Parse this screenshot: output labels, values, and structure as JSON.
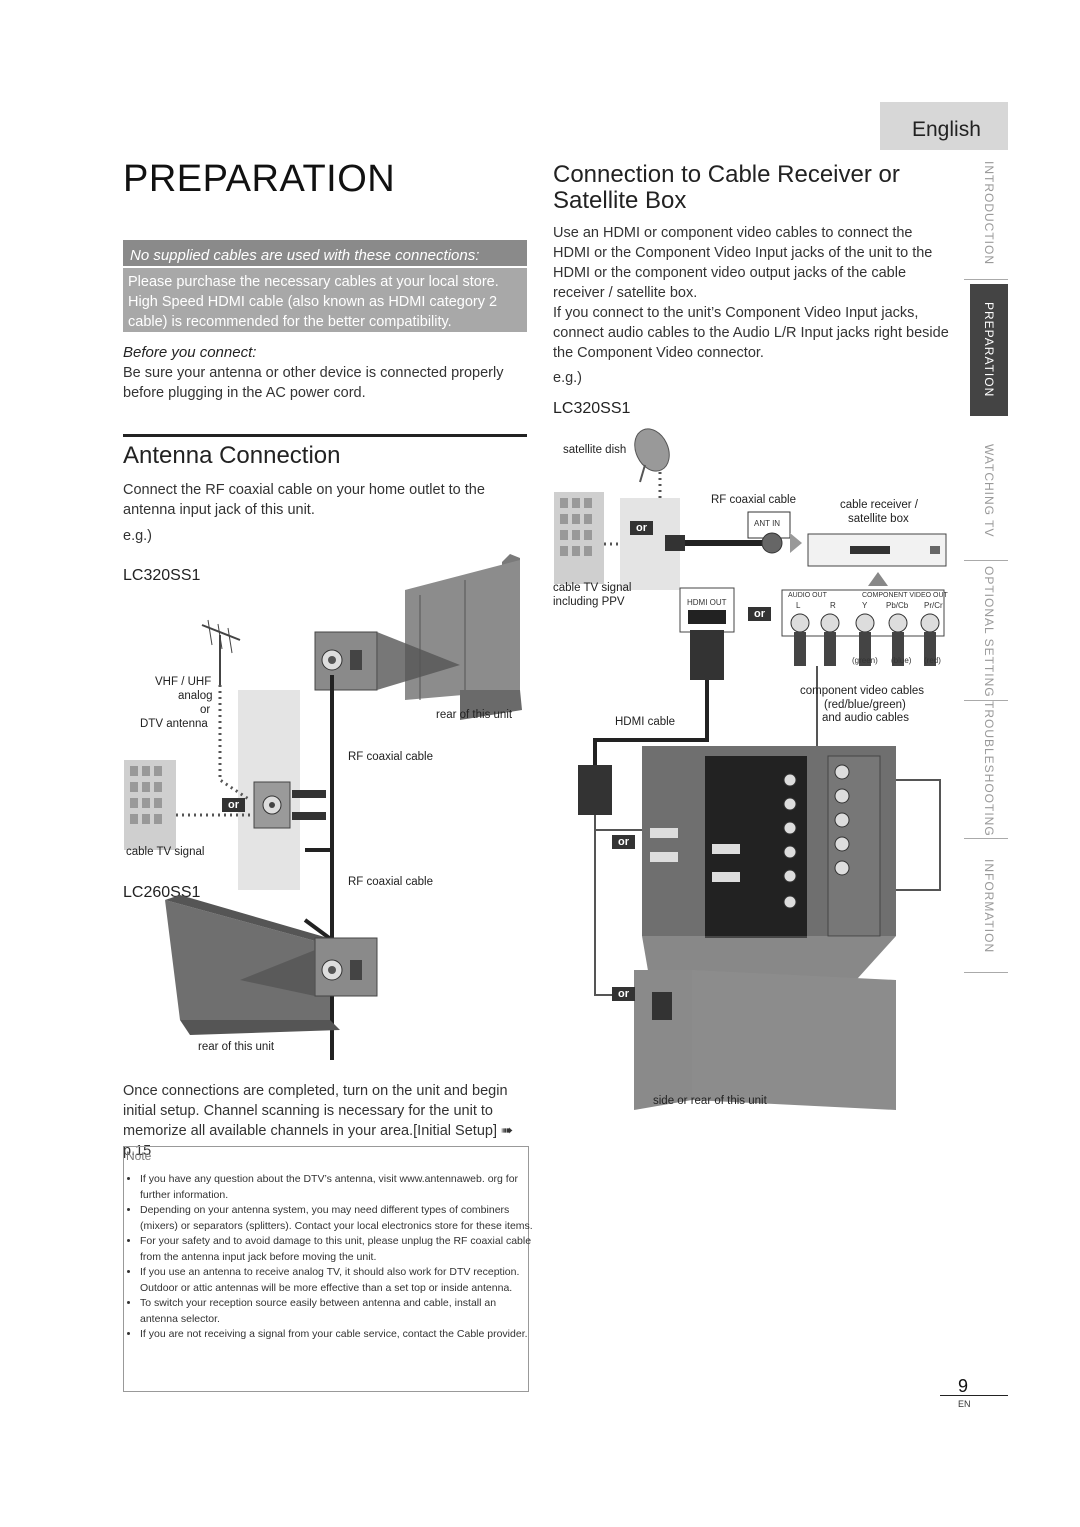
{
  "header": {
    "language": "English",
    "page_title": "PREPARATION"
  },
  "side_tabs": [
    {
      "label": "INTRODUCTION",
      "active": false
    },
    {
      "label": "PREPARATION",
      "active": true
    },
    {
      "label": "WATCHING TV",
      "active": false
    },
    {
      "label": "OPTIONAL SETTING",
      "active": false
    },
    {
      "label": "TROUBLESHOOTING",
      "active": false
    },
    {
      "label": "INFORMATION",
      "active": false
    }
  ],
  "left": {
    "banner": "No supplied cables are used with these connections:",
    "banner_body": "Please purchase the necessary cables at your local store. High Speed HDMI cable (also known as HDMI category 2 cable) is recommended for the better compatibility.",
    "before_connect_heading": "Before you connect:",
    "before_connect_body": "Be sure your antenna or other device is connected properly before plugging in the AC power cord.",
    "antenna_heading": "Antenna Connection",
    "antenna_body": "Connect the RF coaxial cable on your home outlet to the antenna input jack of this unit.",
    "eg": "e.g.)",
    "model_1": "LC320SS1",
    "model_2": "LC260SS1",
    "diagram_labels": {
      "vhf_uhf": "VHF / UHF",
      "analog": "analog",
      "or": "or",
      "dtv_antenna": "DTV antenna",
      "cable_tv_signal": "cable TV signal",
      "rear_of_unit_1": "rear of this unit",
      "rf_cable_1": "RF coaxial cable",
      "rf_cable_2": "RF coaxial cable",
      "rear_of_unit_2": "rear of this unit",
      "or_badge": "or"
    },
    "closing": "Once connections are completed, turn on the unit and begin initial setup. Channel scanning is necessary for the unit to memorize all available channels in your area.[Initial Setup] ➠ p.15"
  },
  "right": {
    "heading": "Connection to Cable Receiver or Satellite Box",
    "body_1": "Use an HDMI or component video cables to connect the HDMI or the Component Video Input jacks of the unit to the HDMI or the component video output jacks of the cable receiver / satellite box.",
    "body_2": "If you connect to the unit’s Component Video Input jacks, connect audio cables to the Audio L/R Input jacks right beside the Component Video connector.",
    "eg": "e.g.)",
    "model": "LC320SS1",
    "diagram_labels": {
      "satellite_dish": "satellite dish",
      "rf_coaxial_cable": "RF coaxial cable",
      "ant_in": "ANT IN",
      "cable_receiver": "cable receiver /",
      "satellite_box": "satellite box",
      "cable_tv_signal": "cable TV signal",
      "including_ppv": "including PPV",
      "hdmi_out": "HDMI OUT",
      "audio_out": "AUDIO OUT",
      "audio_l": "L",
      "audio_r": "R",
      "component_video_out": "COMPONENT VIDEO OUT",
      "comp_y": "Y",
      "comp_pb": "Pb/Cb",
      "comp_pr": "Pr/Cr",
      "green": "(green)",
      "blue": "(blue)",
      "red": "(red)",
      "component_cables_1": "component video cables",
      "component_cables_2": "(red/blue/green)",
      "component_cables_3": "and audio cables",
      "hdmi_cable": "HDMI cable",
      "side_or_rear": "side or rear of  this unit",
      "or_badge": "or"
    }
  },
  "note": {
    "title": "Note",
    "items": [
      "If you have any question about the DTV’s antenna, visit www.antennaweb. org for further information.",
      "Depending on your antenna system, you may need different types of combiners (mixers) or separators (splitters). Contact your local electronics store for these items.",
      "For your safety and to avoid damage to this unit, please unplug the RF coaxial cable from the antenna input jack before moving the unit.",
      "If you use an antenna to receive analog TV, it should also work for DTV reception. Outdoor or attic antennas will be more effective than a set top or inside antenna.",
      "To switch your reception source easily between antenna and cable, install an antenna selector.",
      "If you are not receiving a signal from your cable service, contact the Cable provider."
    ]
  },
  "footer": {
    "page_number": "9",
    "lang_code": "EN"
  }
}
